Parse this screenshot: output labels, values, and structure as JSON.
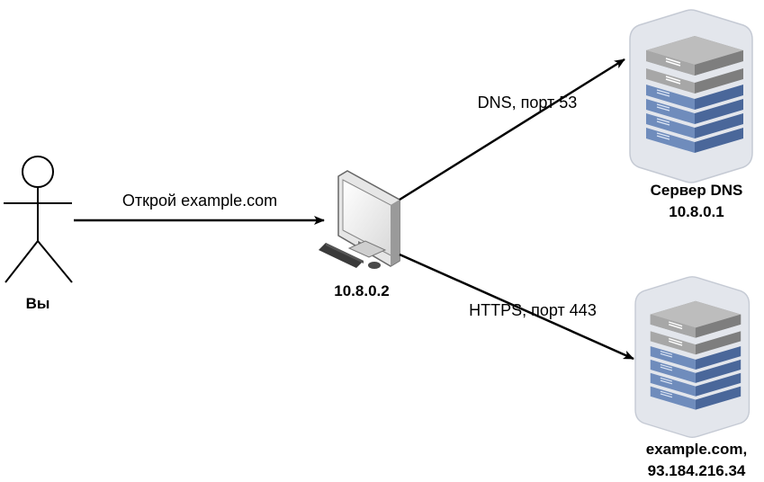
{
  "actor": {
    "label": "Вы"
  },
  "client": {
    "label": "10.8.0.2"
  },
  "dns_server": {
    "name": "Сервер DNS",
    "ip": "10.8.0.1"
  },
  "web_server": {
    "name": "example.com,",
    "ip": "93.184.216.34"
  },
  "edges": {
    "user_to_client": "Открой example.com",
    "client_to_dns": "DNS, порт 53",
    "client_to_web": "HTTPS, порт 443"
  },
  "colors": {
    "rack_blue": "#5a78a8",
    "rack_gray": "#9a9a9a",
    "frame": "#d5d9e2",
    "line": "#000000"
  }
}
